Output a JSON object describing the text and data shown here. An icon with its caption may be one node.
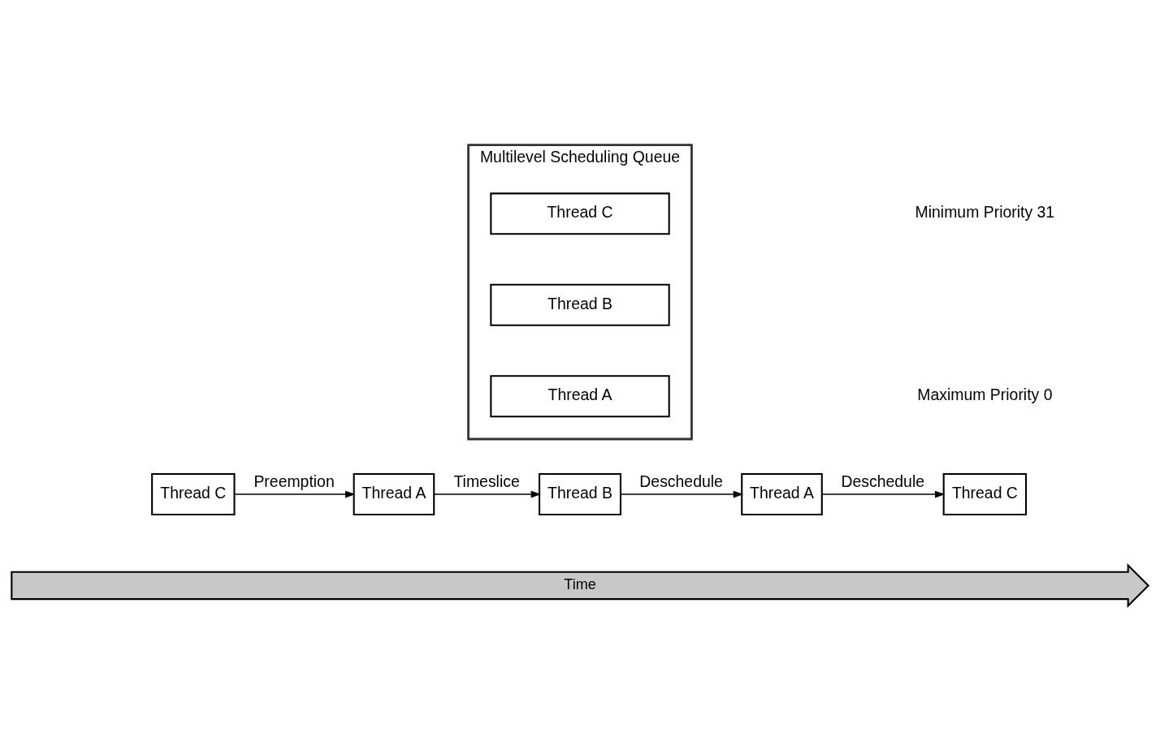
{
  "diagram": {
    "nodes": [
      {
        "text": [
          "Multilevel Scheduling Queue"
        ]
      },
      {
        "text": [
          "Thread C"
        ],
        "in": 0
      },
      {
        "text": [
          "Thread B"
        ],
        "in": 0
      },
      {
        "text": [
          "Thread A"
        ],
        "in": 0
      },
      {
        "text": [
          "Thread C"
        ]
      },
      {
        "text": [
          "Thread A"
        ]
      },
      {
        "text": [
          "Thread B"
        ]
      },
      {
        "text": [
          "Thread A"
        ]
      },
      {
        "text": [
          "Thread C"
        ]
      },
      {
        "text": [
          "Time"
        ]
      }
    ],
    "edges": [
      {
        "from": 4,
        "to": 5,
        "label": "Preemption",
        "arrow": "to"
      },
      {
        "from": 5,
        "to": 6,
        "label": "Timeslice",
        "arrow": "to"
      },
      {
        "from": 6,
        "to": 7,
        "label": "Deschedule",
        "arrow": "to"
      },
      {
        "from": 7,
        "to": 8,
        "label": "Deschedule",
        "arrow": "to"
      }
    ],
    "labels": [
      "Minimum Priority 31",
      "Maximum Priority 0"
    ]
  }
}
